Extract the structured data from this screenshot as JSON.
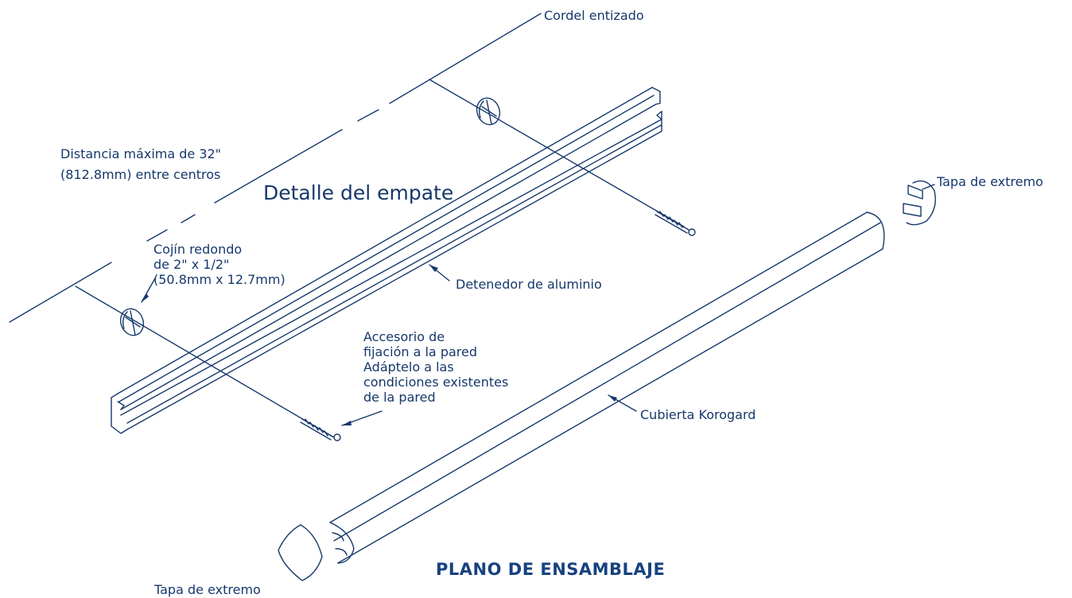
{
  "labels": {
    "chalk_line": "Cordel entizado",
    "max_distance": [
      "Distancia máxima de 32\"",
      "(812.8mm) entre centros"
    ],
    "splice_detail": "Detalle del empate",
    "round_cushion": [
      "Cojín redondo",
      "de 2\" x 1/2\"",
      "(50.8mm x 12.7mm)"
    ],
    "aluminum_retainer": "Detenedor de aluminio",
    "wall_fastener": [
      "Accesorio de",
      "fijación a la pared",
      "Adáptelo a las",
      "condiciones existentes",
      "de la pared"
    ],
    "end_cap_top": "Tapa de extremo",
    "korogard_cover": "Cubierta Korogard",
    "end_cap_bottom": "Tapa de extremo",
    "title": "PLANO DE ENSAMBLAJE"
  },
  "colors": {
    "ink": "#16386b",
    "title": "#17427f",
    "background": "#ffffff"
  }
}
